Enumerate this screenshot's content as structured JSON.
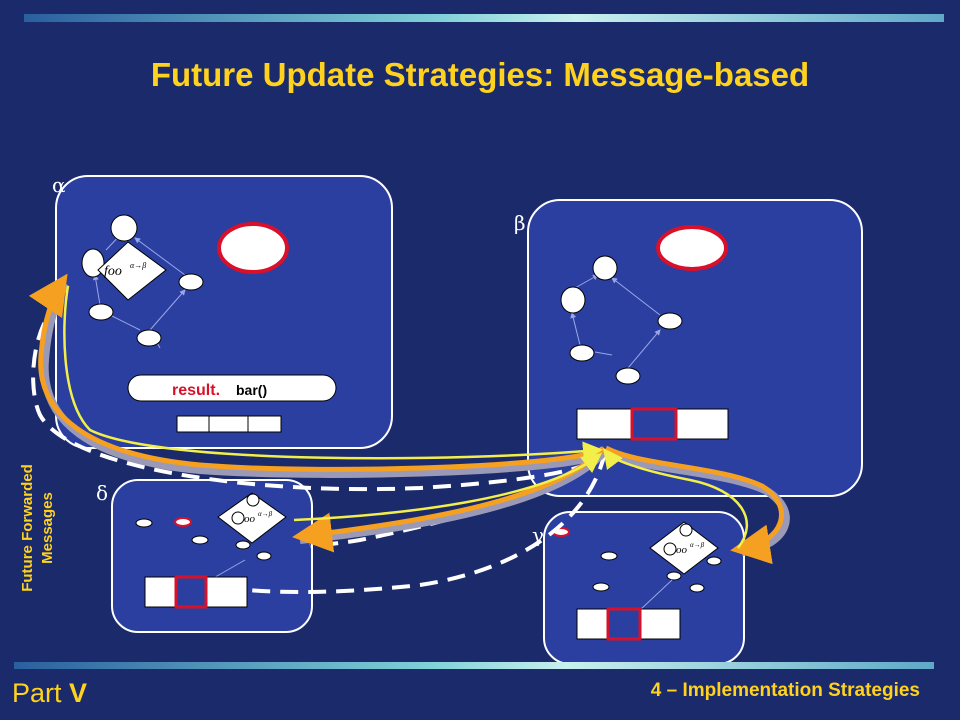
{
  "slide": {
    "title": "Future Update Strategies: Message-based",
    "footer_part_label": "Part",
    "footer_part_number": "V",
    "footer_section": "4 – Implementation Strategies"
  },
  "diagram": {
    "side_label_line1": "Future Forwarded",
    "side_label_line2": "Messages",
    "nodes": {
      "alpha": "α",
      "beta": "β",
      "gamma": "γ",
      "delta": "δ"
    },
    "alpha_method_call": {
      "receiver": "result.",
      "method": "bar()"
    },
    "future_label_alpha": "foo",
    "future_label_superscript": "α→β",
    "future_label_small": "oo"
  },
  "colors": {
    "background": "#1b2a6b",
    "panel": "#2a3fa0",
    "accent_yellow": "#ffd21e",
    "future_red": "#d8102a",
    "arrow_orange": "#f5a020",
    "arrow_yellow": "#f2ef4a"
  }
}
